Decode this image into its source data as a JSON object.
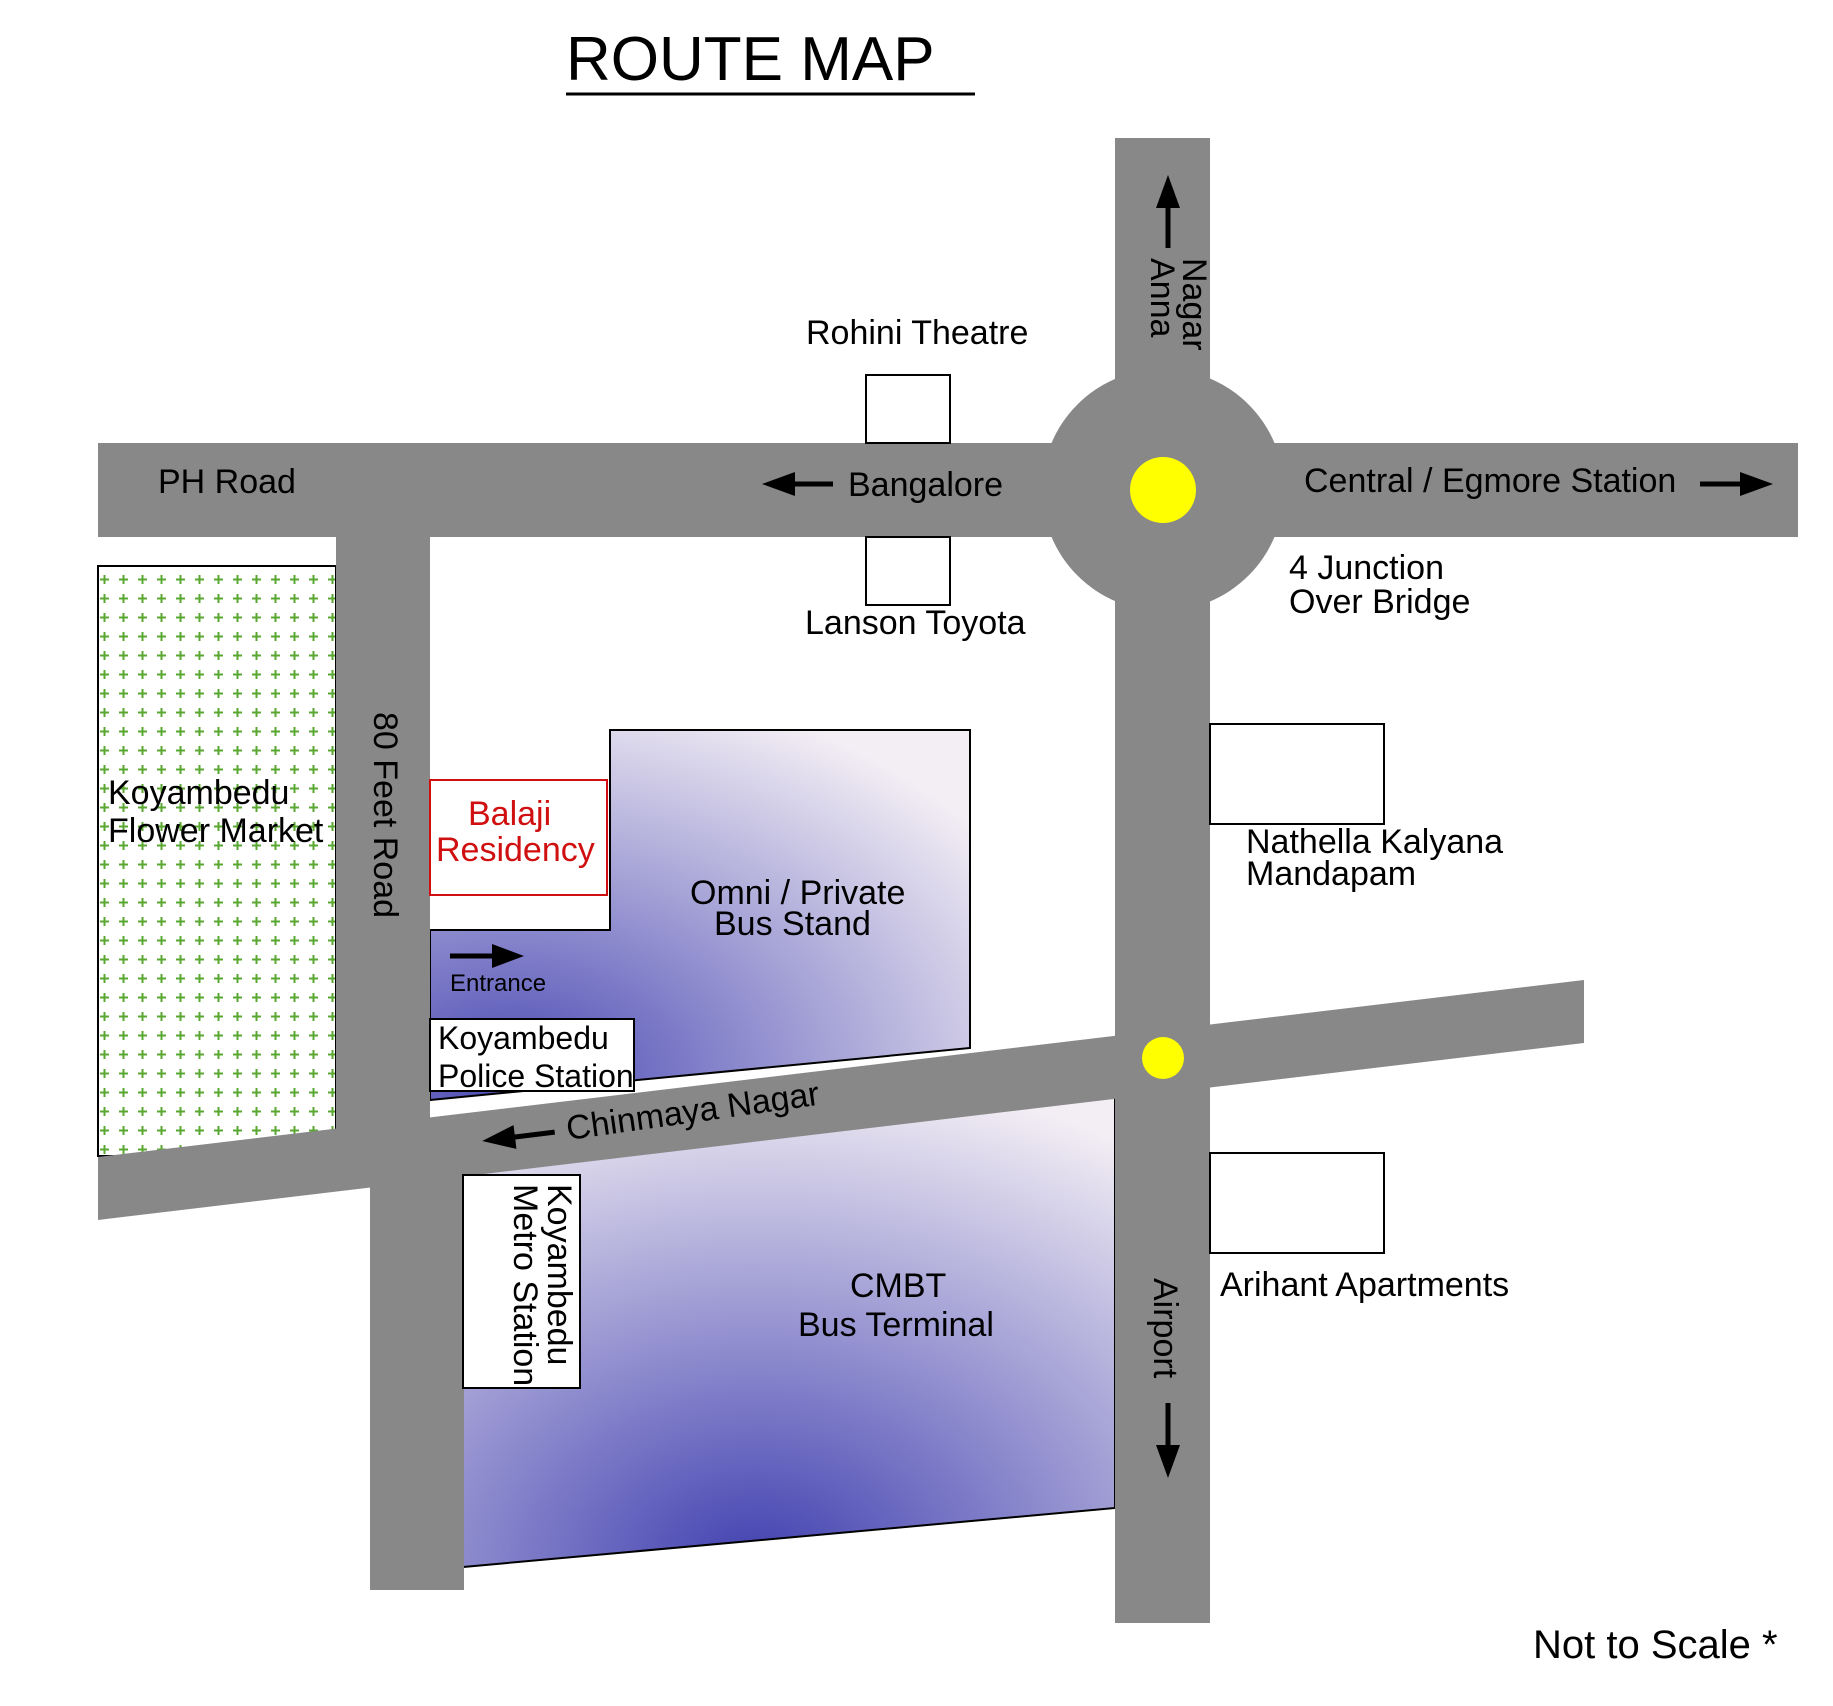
{
  "title": "ROUTE MAP",
  "note": "Not to Scale *",
  "roads": {
    "ph_road": "PH Road",
    "feet_road": "80 Feet Road",
    "chinmaya": "Chinmaya Nagar",
    "anna_1": "Nagar",
    "anna_2": "Anna",
    "airport": "Airport",
    "bangalore": "Bangalore",
    "central": "Central / Egmore Station"
  },
  "places": {
    "rohini": "Rohini Theatre",
    "lanson": "Lanson Toyota",
    "junction_1": "4 Junction",
    "junction_2": "Over Bridge",
    "nathella_1": "Nathella Kalyana",
    "nathella_2": "Mandapam",
    "arihant": "Arihant Apartments",
    "flower_1": "Koyambedu",
    "flower_2": "Flower Market",
    "balaji_1": "Balaji",
    "balaji_2": "Residency",
    "omni_1": "Omni / Private",
    "omni_2": "Bus Stand",
    "entrance": "Entrance",
    "police_1": "Koyambedu",
    "police_2": "Police Station",
    "cmbt_1": "CMBT",
    "cmbt_2": "Bus Terminal",
    "metro_1": "Koyambedu",
    "metro_2": "Metro Station"
  },
  "colors": {
    "road": "#888888",
    "signal": "#ffff00",
    "building_dark": "#4a4ab4",
    "building_light": "#f3eef4",
    "market_cross": "#5aa832",
    "highlight": "#d01010"
  }
}
